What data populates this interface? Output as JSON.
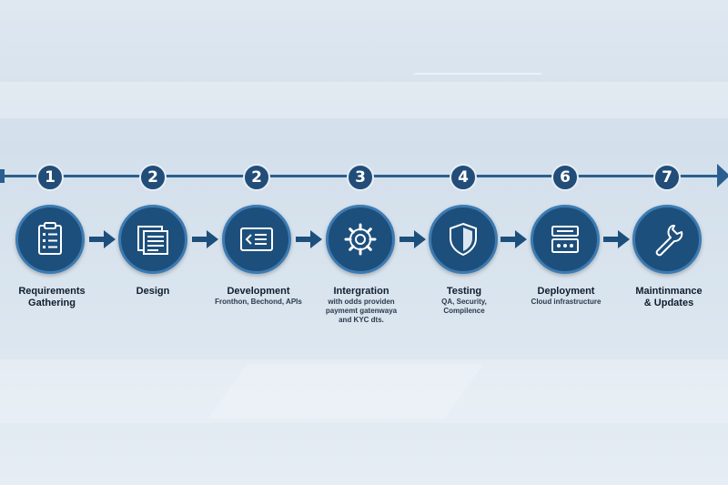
{
  "steps": [
    {
      "number": "1",
      "icon": "clipboard-checklist-icon",
      "title_lines": [
        "Requirements",
        "Gathering"
      ],
      "subtitle_lines": []
    },
    {
      "number": "2",
      "icon": "documents-icon",
      "title_lines": [
        "Design"
      ],
      "subtitle_lines": []
    },
    {
      "number": "2",
      "icon": "code-window-icon",
      "title_lines": [
        "Development"
      ],
      "subtitle_lines": [
        "Fronthon, Bechond, APIs"
      ]
    },
    {
      "number": "3",
      "icon": "gear-icon",
      "title_lines": [
        "Intergration"
      ],
      "subtitle_lines": [
        "with odds providen",
        "paymemt gatenwaya",
        "and KYC dts."
      ]
    },
    {
      "number": "4",
      "icon": "shield-icon",
      "title_lines": [
        "Testing"
      ],
      "subtitle_lines": [
        "QA, Security,",
        "Compilence"
      ]
    },
    {
      "number": "6",
      "icon": "server-icon",
      "title_lines": [
        "Deployment"
      ],
      "subtitle_lines": [
        "Cloud infrastructure"
      ]
    },
    {
      "number": "7",
      "icon": "wrench-icon",
      "title_lines": [
        "Maintinmance",
        "& Updates"
      ],
      "subtitle_lines": []
    }
  ],
  "colors": {
    "primary": "#1d4f7c",
    "timeline": "#2b5f8f",
    "ring": "#3c7bb2"
  }
}
